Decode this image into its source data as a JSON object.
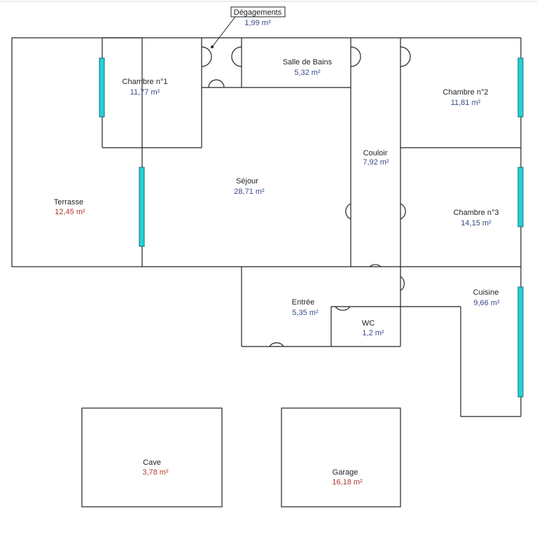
{
  "rooms": {
    "degagements": {
      "name": "Dégagements",
      "area": "1,99  m²"
    },
    "chambre1": {
      "name": "Chambre n°1",
      "area": "11,77  m²"
    },
    "salle_de_bains": {
      "name": "Salle de Bains",
      "area": "5,32  m²"
    },
    "chambre2": {
      "name": "Chambre n°2",
      "area": "11,81  m²"
    },
    "couloir": {
      "name": "Couloir",
      "area": "7,92  m²"
    },
    "sejour": {
      "name": "Séjour",
      "area": "28,71  m²"
    },
    "terrasse": {
      "name": "Terrasse",
      "area": "12,45  m²"
    },
    "chambre3": {
      "name": "Chambre n°3",
      "area": "14,15  m²"
    },
    "entree": {
      "name": "Entrée",
      "area": "5,35  m²"
    },
    "wc": {
      "name": "WC",
      "area": "1,2  m²"
    },
    "cuisine": {
      "name": "Cuisine",
      "area": "9,66  m²"
    },
    "cave": {
      "name": "Cave",
      "area": "3,78  m²"
    },
    "garage": {
      "name": "Garage",
      "area": "16,18  m²"
    }
  },
  "colors": {
    "wall": "#222222",
    "window": "#22d3d8",
    "area_text_habitable": "#3a4a8a",
    "area_text_annex": "#b03a2e"
  }
}
